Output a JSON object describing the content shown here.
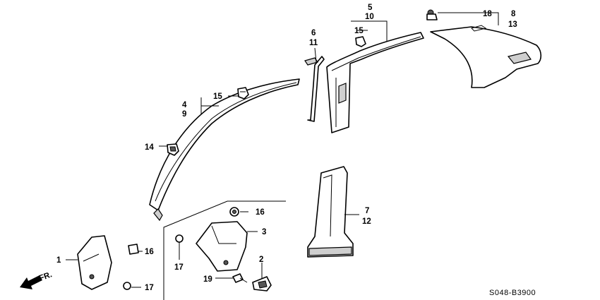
{
  "callouts": {
    "c1": "1",
    "c2": "2",
    "c3": "3",
    "c4": "4",
    "c9": "9",
    "c5": "5",
    "c10": "10",
    "c6": "6",
    "c11": "11",
    "c7": "7",
    "c12": "12",
    "c8": "8",
    "c13": "13",
    "c14": "14",
    "c15a": "15",
    "c15b": "15",
    "c16a": "16",
    "c16b": "16",
    "c17a": "17",
    "c17b": "17",
    "c18": "18",
    "c19": "19"
  },
  "front_indicator": "FR.",
  "diagram_code": "S048-B3900"
}
